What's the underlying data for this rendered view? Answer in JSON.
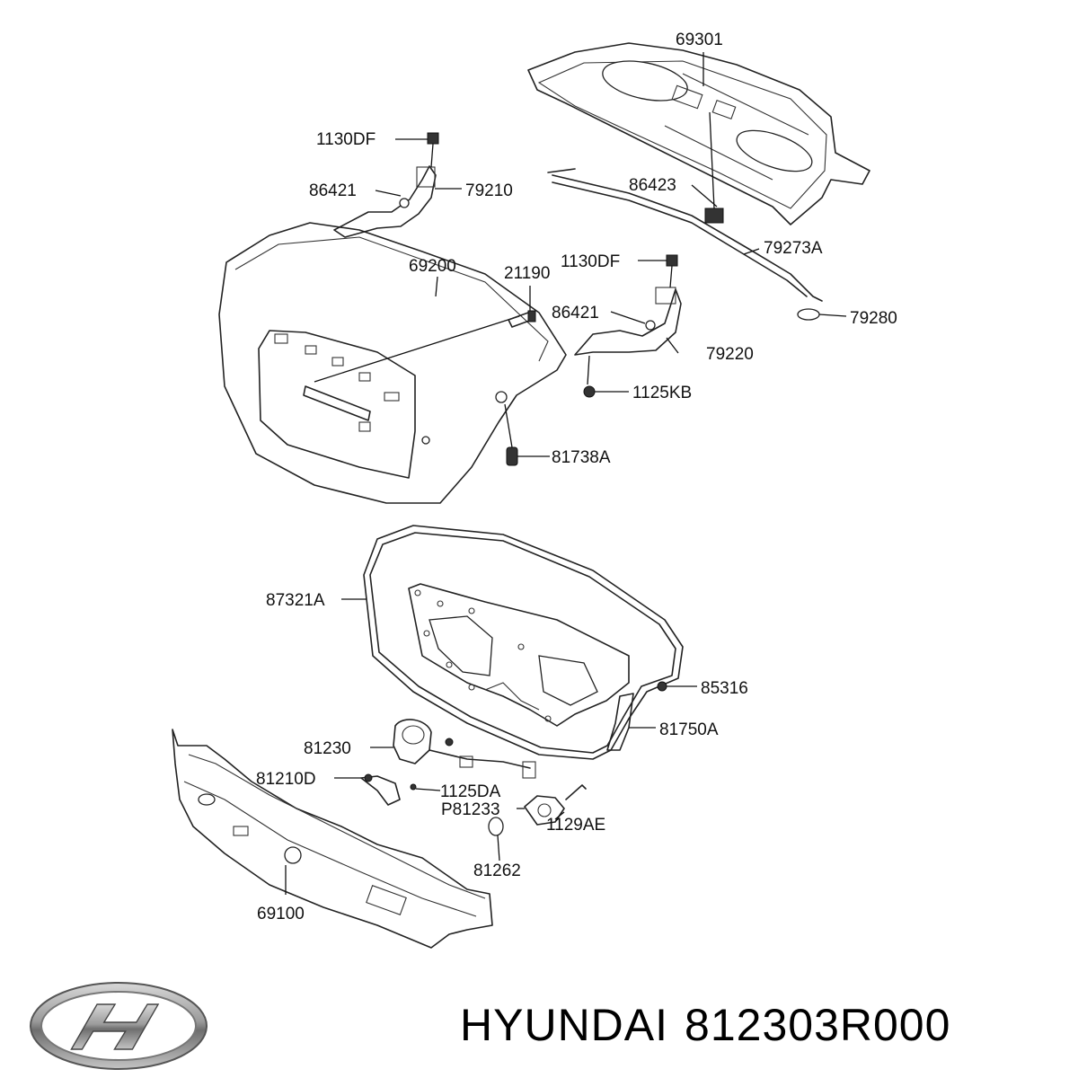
{
  "callouts": [
    {
      "id": "c69301",
      "text": "69301"
    },
    {
      "id": "c1130DF_a",
      "text": "1130DF"
    },
    {
      "id": "c86421_a",
      "text": "86421"
    },
    {
      "id": "c79210",
      "text": "79210"
    },
    {
      "id": "c86423",
      "text": "86423"
    },
    {
      "id": "c79273A",
      "text": "79273A"
    },
    {
      "id": "c69200",
      "text": "69200"
    },
    {
      "id": "c21190",
      "text": "21190"
    },
    {
      "id": "c1130DF_b",
      "text": "1130DF"
    },
    {
      "id": "c79280",
      "text": "79280"
    },
    {
      "id": "c86421_b",
      "text": "86421"
    },
    {
      "id": "c79220",
      "text": "79220"
    },
    {
      "id": "c1125KB",
      "text": "1125KB"
    },
    {
      "id": "c81738A",
      "text": "81738A"
    },
    {
      "id": "c87321A",
      "text": "87321A"
    },
    {
      "id": "c85316",
      "text": "85316"
    },
    {
      "id": "c81750A",
      "text": "81750A"
    },
    {
      "id": "c81230",
      "text": "81230"
    },
    {
      "id": "c81210D",
      "text": "81210D"
    },
    {
      "id": "c1125DA",
      "text": "1125DA"
    },
    {
      "id": "cP81233",
      "text": "P81233"
    },
    {
      "id": "c1129AE",
      "text": "1129AE"
    },
    {
      "id": "c81262",
      "text": "81262"
    },
    {
      "id": "c69100",
      "text": "69100"
    }
  ],
  "footer": {
    "brand": "HYUNDAI",
    "part_number": "812303R000",
    "logo_icon": "hyundai-logo-icon"
  }
}
